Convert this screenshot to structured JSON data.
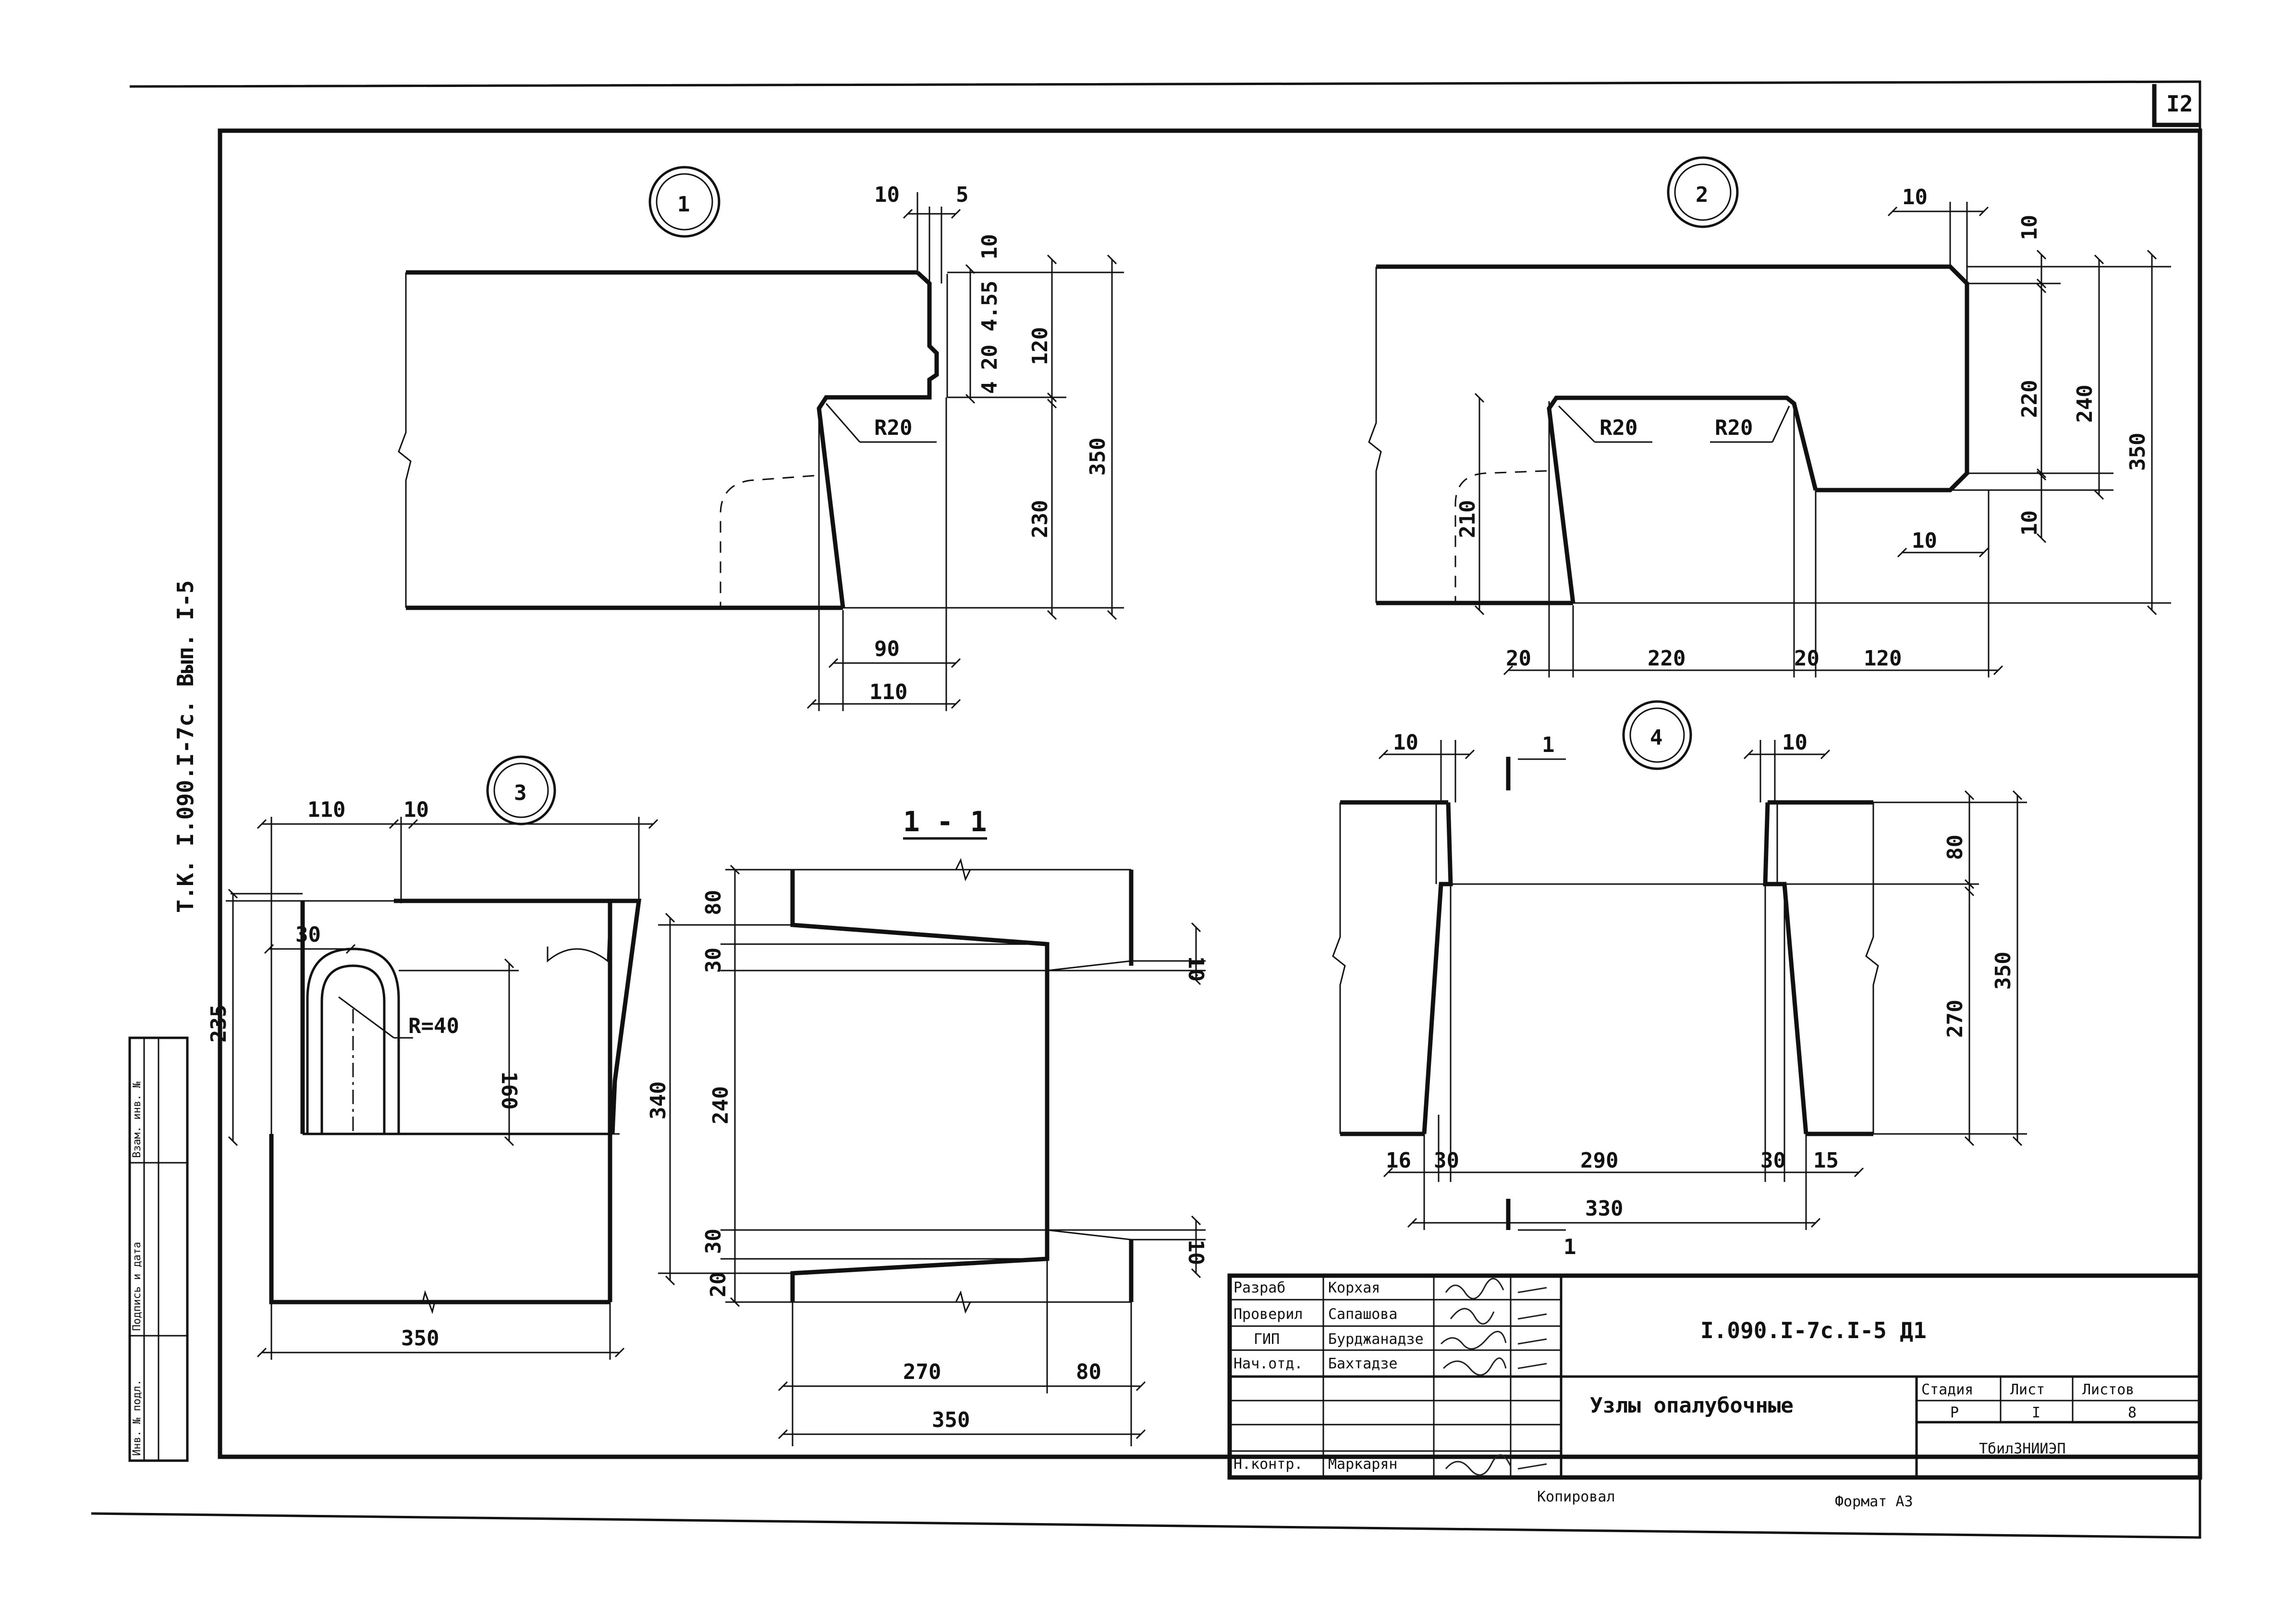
{
  "sheet_number": "I2",
  "side_code": "Т.К. I.090.I-7с. Вып. I-5",
  "side_stamp": [
    "Инв. № подл.",
    "Подпись и дата",
    "Взам. инв. №"
  ],
  "details": {
    "d1": {
      "marker": "1",
      "dims": [
        "10",
        "5",
        "10",
        "4.55",
        "20",
        "4",
        "120",
        "350",
        "230",
        "90",
        "110",
        "R20"
      ]
    },
    "d2": {
      "marker": "2",
      "dims": [
        "10",
        "10",
        "220",
        "240",
        "350",
        "10",
        "10",
        "210",
        "20",
        "220",
        "20",
        "120",
        "R20",
        "R20"
      ]
    },
    "d3": {
      "marker": "3",
      "dims": [
        "110",
        "10",
        "30",
        "235",
        "R=40",
        "160",
        "350"
      ]
    },
    "s11": {
      "title": "1 - 1",
      "dims": [
        "80",
        "30",
        "240",
        "340",
        "30",
        "20",
        "10",
        "10",
        "270",
        "80",
        "350"
      ]
    },
    "d4": {
      "marker": "4",
      "cut": "1",
      "dims": [
        "10",
        "10",
        "80",
        "270",
        "350",
        "16",
        "30",
        "290",
        "30",
        "15",
        "330"
      ]
    }
  },
  "title_block": {
    "roles": [
      "Разраб",
      "Проверил",
      "ГИП",
      "Нач.отд.",
      "Н.контр."
    ],
    "names": [
      "Корхая",
      "Сапашова",
      "Бурджанадзе",
      "Бахтадзе",
      "Маркарян"
    ],
    "code": "I.090.I-7с.I-5 Д1",
    "name": "Узлы опалубочные",
    "head_stage": "Стадия",
    "head_sheet": "Лист",
    "head_sheets": "Листов",
    "stage": "Р",
    "sheet": "I",
    "sheets": "8",
    "org": "ТбилЗНИИЭП"
  },
  "footer": {
    "copied": "Копировал",
    "format": "Формат А3"
  }
}
